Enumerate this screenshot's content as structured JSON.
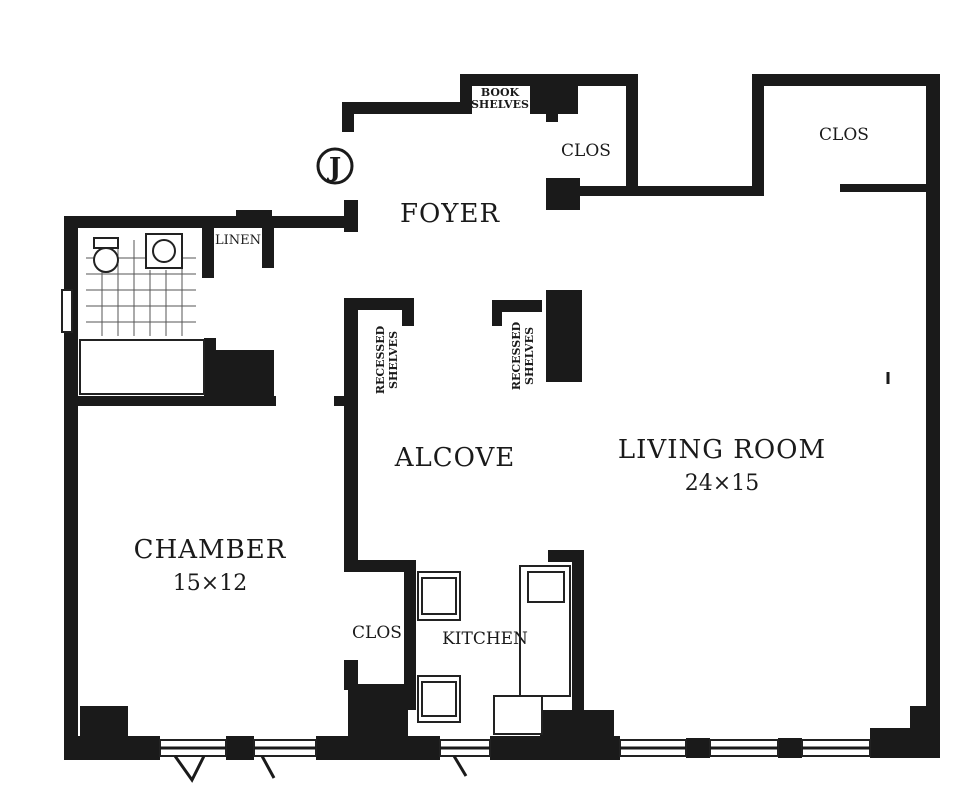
{
  "plan": {
    "rooms": {
      "foyer": {
        "name": "FOYER"
      },
      "alcove": {
        "name": "ALCOVE"
      },
      "living": {
        "name": "LIVING ROOM",
        "size": "24×15"
      },
      "chamber": {
        "name": "CHAMBER",
        "size": "15×12"
      },
      "kitchen": {
        "name": "KITCHEN"
      }
    },
    "closets": {
      "foyer_clos": "CLOS",
      "living_clos": "CLOS",
      "chamber_clos": "CLOS",
      "linen": "LINEN"
    },
    "shelves": {
      "book_top": "BOOK",
      "book_bottom": "SHELVES",
      "recessed_1a": "RECESSED",
      "recessed_1b": "SHELVES",
      "recessed_2a": "RECESSED",
      "recessed_2b": "SHELVES"
    },
    "marker": {
      "letter": "J"
    }
  }
}
